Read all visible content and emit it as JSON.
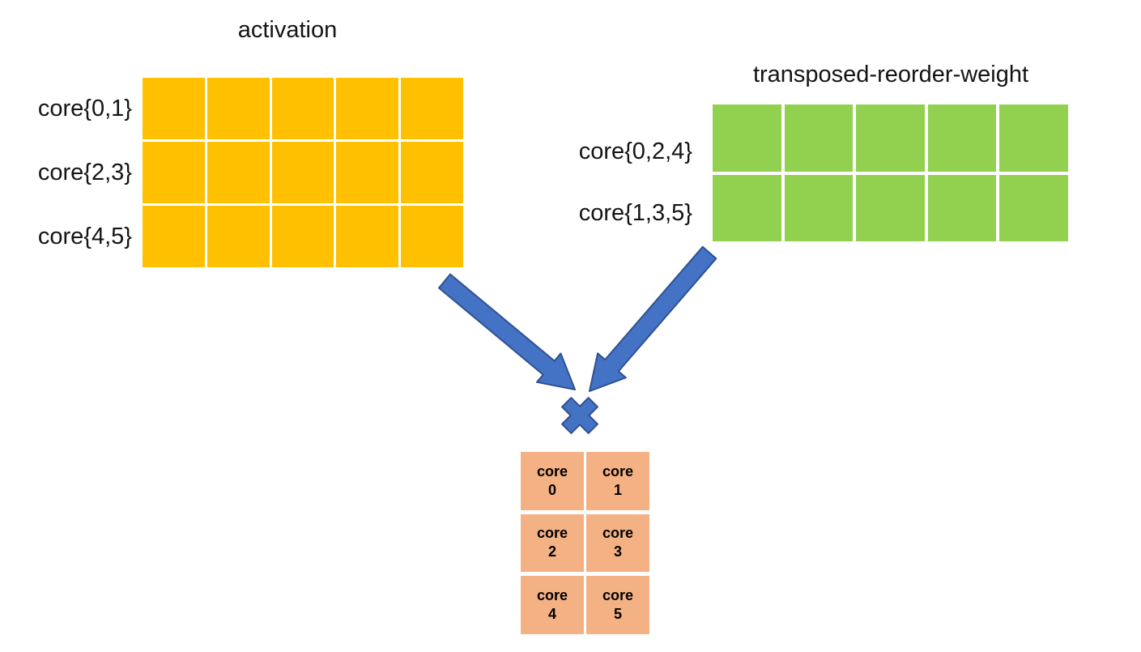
{
  "colors": {
    "activation": "#FFC000",
    "weight": "#92D050",
    "result": "#F4B183",
    "arrow": "#4472C4",
    "arrow_border": "#2F528F"
  },
  "activation": {
    "title": "activation",
    "rows": 3,
    "cols": 5,
    "row_labels": [
      "core{0,1}",
      "core{2,3}",
      "core{4,5}"
    ]
  },
  "weight": {
    "title": "transposed-reorder-weight",
    "rows": 2,
    "cols": 5,
    "row_labels": [
      "core{0,2,4}",
      "core{1,3,5}"
    ]
  },
  "operator": {
    "name": "multiply"
  },
  "result": {
    "rows": 3,
    "cols": 2,
    "cells": [
      "core\n0",
      "core\n1",
      "core\n2",
      "core\n3",
      "core\n4",
      "core\n5"
    ]
  }
}
